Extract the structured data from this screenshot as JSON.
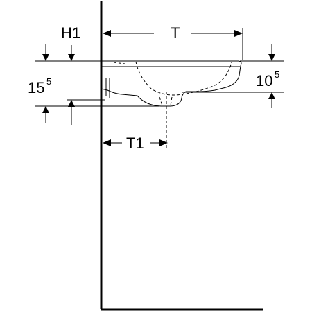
{
  "labels": {
    "h1": "H1",
    "t": "T",
    "t1": "T1",
    "left_dim_main": "15",
    "left_dim_sup": "5",
    "right_dim_main": "10",
    "right_dim_sup": "5"
  },
  "colors": {
    "line": "#000000",
    "background": "#ffffff"
  }
}
